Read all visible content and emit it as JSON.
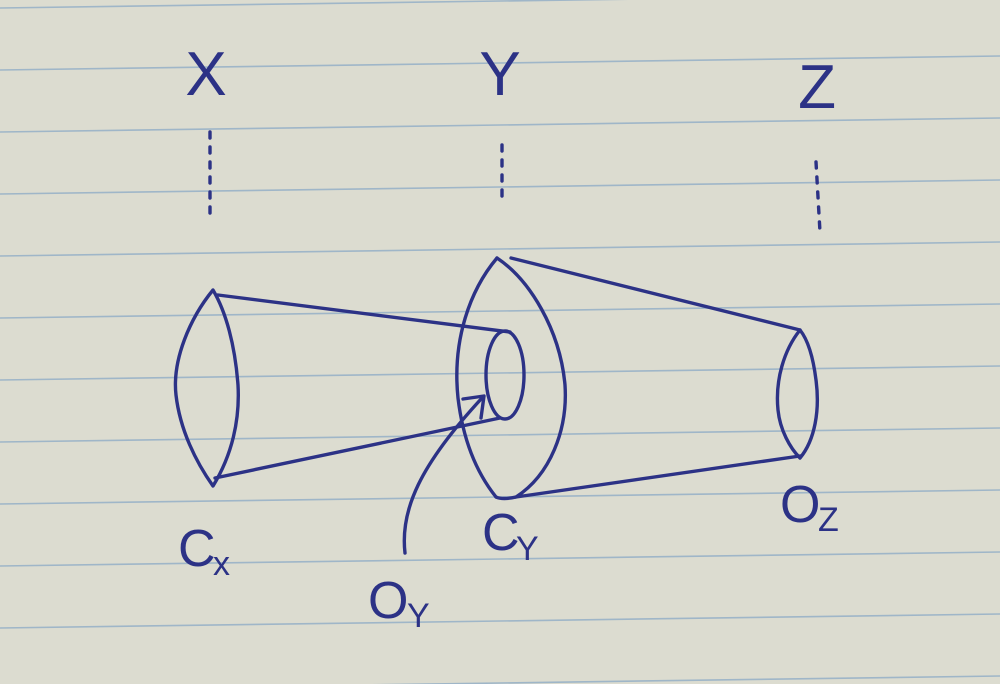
{
  "labels": {
    "x_top": "X",
    "y_top": "Y",
    "z_top": "Z",
    "c_x_main": "C",
    "c_x_sub": "x",
    "c_y_main": "C",
    "c_y_sub": "Y",
    "o_y_main": "O",
    "o_y_sub": "Y",
    "o_z_main": "O",
    "o_z_sub": "Z"
  },
  "colors": {
    "ink": "#2c3286",
    "paper": "#dcdcd0",
    "rule": "#9fb6c8"
  }
}
